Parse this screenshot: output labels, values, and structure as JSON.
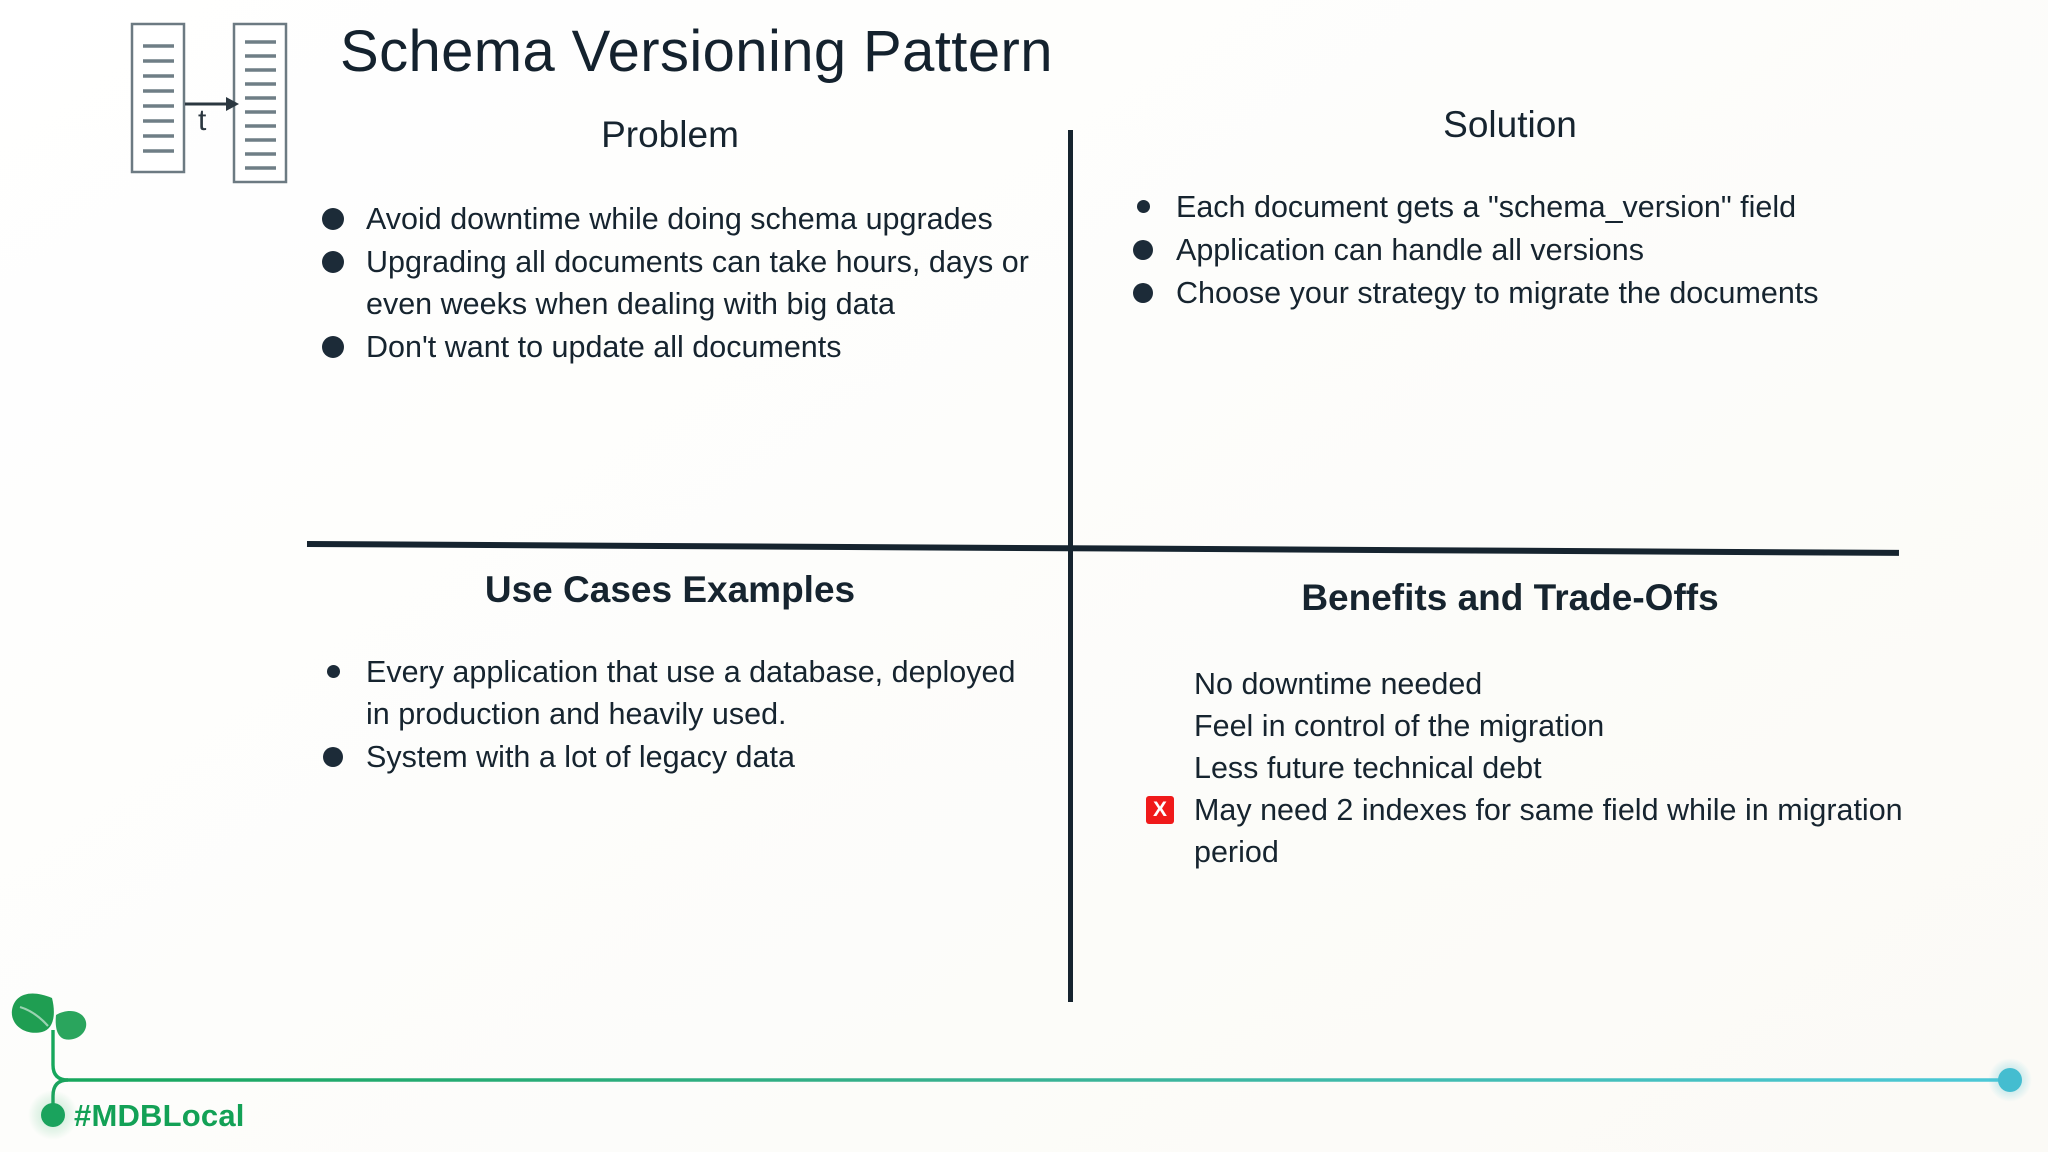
{
  "header": {
    "title": "Schema Versioning Pattern",
    "icon_name": "schema-evolution-icon",
    "icon_arrow_label": "t"
  },
  "quadrants": {
    "problem": {
      "title": "Problem",
      "items": [
        {
          "marker": "dot-lg",
          "text": "Avoid downtime while doing schema upgrades"
        },
        {
          "marker": "dot-lg",
          "text": "Upgrading all documents can take hours, days or even weeks when dealing with big data"
        },
        {
          "marker": "dot-lg",
          "text": "Don't want to update all documents"
        }
      ]
    },
    "solution": {
      "title": "Solution",
      "items": [
        {
          "marker": "dot-sm",
          "text": "Each document gets a \"schema_version\" field"
        },
        {
          "marker": "dot-md",
          "text": "Application can handle all versions"
        },
        {
          "marker": "dot-md",
          "text": "Choose your strategy to migrate the documents"
        }
      ]
    },
    "use_cases": {
      "title": "Use Cases Examples",
      "items": [
        {
          "marker": "dot-sm",
          "text": "Every application that use a database, deployed in production and heavily used."
        },
        {
          "marker": "dot-md",
          "text": "System with a lot of legacy data"
        }
      ]
    },
    "benefits": {
      "title": "Benefits and Trade-Offs",
      "items": [
        {
          "marker": "none",
          "text": "No downtime needed"
        },
        {
          "marker": "none",
          "text": "Feel in control of the migration"
        },
        {
          "marker": "none",
          "text": "Less future technical debt"
        },
        {
          "marker": "x",
          "text": "May need 2 indexes for same field while in migration period"
        }
      ]
    }
  },
  "footer": {
    "hashtag": "#MDBLocal",
    "sprout_icon_name": "sprout-icon",
    "line_start_color": "#13a156",
    "line_end_color": "#4cc8d8",
    "end_dot_color": "#44bdd0"
  },
  "colors": {
    "ink": "#16242f",
    "green": "#13a156",
    "red": "#f01a1a",
    "cyan": "#44bdd0",
    "background": "#ffffff"
  }
}
